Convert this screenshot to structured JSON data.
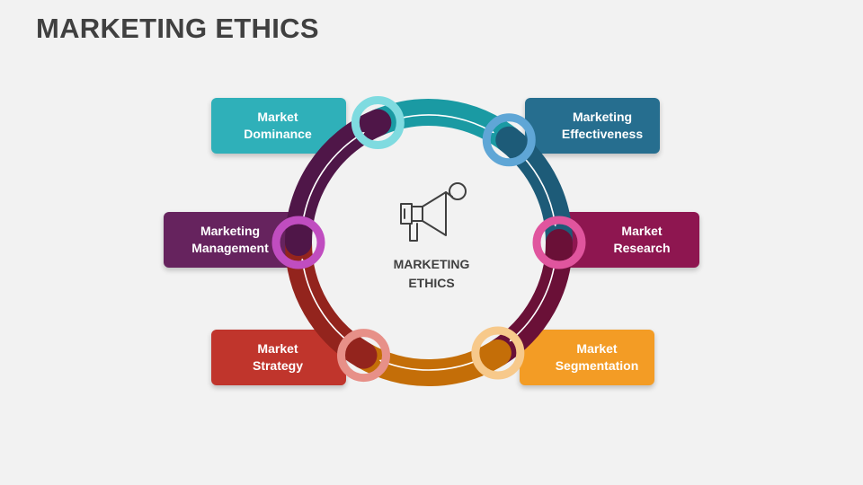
{
  "title": "MARKETING ETHICS",
  "center": {
    "label": "MARKETING\nETHICS",
    "icon": "megaphone-icon"
  },
  "steps": [
    {
      "id": "market-dominance",
      "label": "Market\nDominance",
      "color": "#2fb0b9",
      "ring_color": "#7fdbe0",
      "arc_color": "#1a9aa3"
    },
    {
      "id": "marketing-effectiveness",
      "label": "Marketing\nEffectiveness",
      "color": "#266e8f",
      "ring_color": "#5fa6d6",
      "arc_color": "#1d5b78"
    },
    {
      "id": "market-research",
      "label": "Market\nResearch",
      "color": "#8e1650",
      "ring_color": "#e0559e",
      "arc_color": "#6a1037"
    },
    {
      "id": "market-segmentation",
      "label": "Market\nSegmentation",
      "color": "#f39c25",
      "ring_color": "#f7c98b",
      "arc_color": "#c46e08"
    },
    {
      "id": "market-strategy",
      "label": "Market\nStrategy",
      "color": "#c0352c",
      "ring_color": "#e79088",
      "arc_color": "#93241d"
    },
    {
      "id": "marketing-management",
      "label": "Marketing\nManagement",
      "color": "#66235e",
      "ring_color": "#c04dc0",
      "arc_color": "#4f1648"
    }
  ]
}
